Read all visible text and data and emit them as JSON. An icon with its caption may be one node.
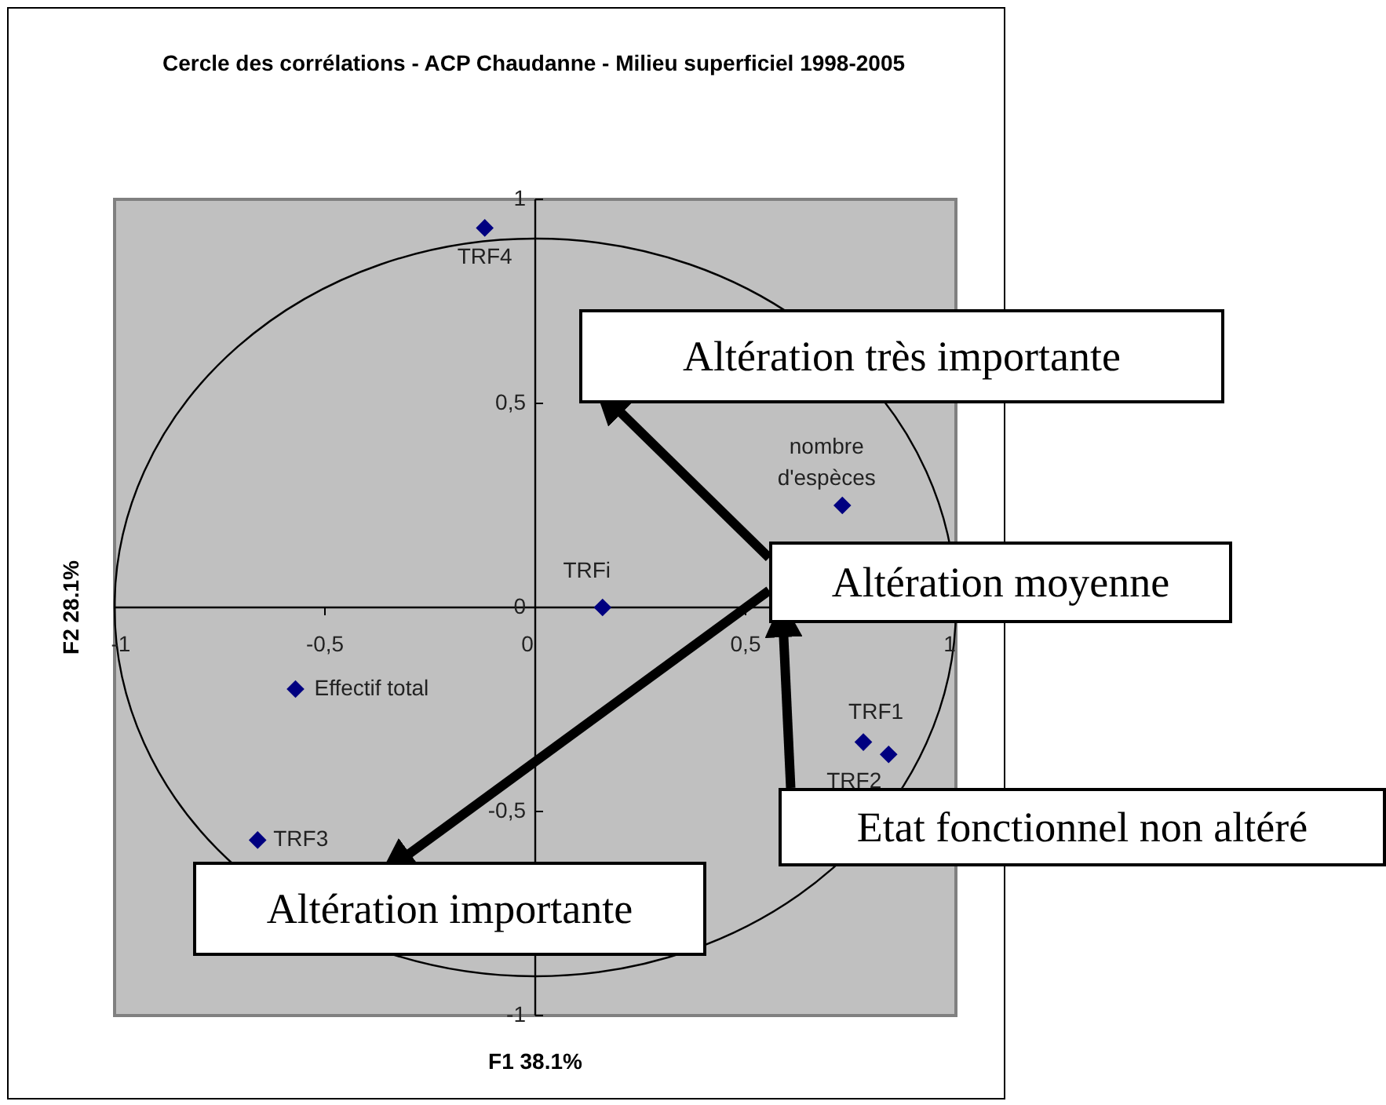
{
  "diagram": {
    "nodes": [
      {
        "text": [
          "Altération très importante"
        ]
      },
      {
        "text": [
          "Altération moyenne"
        ]
      },
      {
        "text": [
          "Etat fonctionnel non altéré"
        ]
      },
      {
        "text": [
          "Altération importante"
        ]
      }
    ],
    "edges": [
      {
        "from": 2,
        "to": 1,
        "arrow": "to"
      },
      {
        "from": 1,
        "to": 0,
        "arrow": "to"
      },
      {
        "from": 1,
        "to": 3,
        "arrow": "to"
      }
    ],
    "chart_data": {
      "type": "scatter",
      "title": "Cercle des corrélations - ACP Chaudanne - Milieu superficiel 1998-2005",
      "xlabel": "F1 38.1%",
      "ylabel": "F2 28.1%",
      "series": [
        {
          "color": "#000080",
          "x": [
            -0.12,
            0.73,
            0.16,
            0.78,
            0.84,
            -0.57,
            -0.66
          ],
          "values": [
            0.93,
            0.25,
            0.0,
            -0.33,
            -0.36,
            -0.2,
            -0.57
          ]
        }
      ],
      "xlim": [
        -1,
        1
      ],
      "ylim": [
        -1,
        1
      ],
      "xticks": [
        {
          "value": -1,
          "label": "-1"
        },
        {
          "value": -0.5,
          "label": "-0,5"
        },
        {
          "value": 0,
          "label": "0"
        },
        {
          "value": 0.5,
          "label": "0,5"
        },
        {
          "value": 1,
          "label": "1"
        }
      ],
      "yticks": [
        {
          "value": -1,
          "label": "-1"
        },
        {
          "value": -0.5,
          "label": "-0,5"
        },
        {
          "value": 0,
          "label": "0"
        },
        {
          "value": 0.5,
          "label": "0,5"
        },
        {
          "value": 1,
          "label": "1"
        }
      ],
      "annotations": [
        {
          "x": -0.12,
          "y": 0.93,
          "text": "TRF4"
        },
        {
          "x": 0.73,
          "y": 0.25,
          "text": "nombre d'espèces"
        },
        {
          "x": 0.16,
          "y": 0.0,
          "text": "TRFi"
        },
        {
          "x": 0.78,
          "y": -0.33,
          "text": "TRF1"
        },
        {
          "x": 0.84,
          "y": -0.36,
          "text": "TRF2"
        },
        {
          "x": -0.57,
          "y": -0.2,
          "text": "Effectif total"
        },
        {
          "x": -0.66,
          "y": -0.57,
          "text": "TRF3"
        }
      ]
    }
  }
}
